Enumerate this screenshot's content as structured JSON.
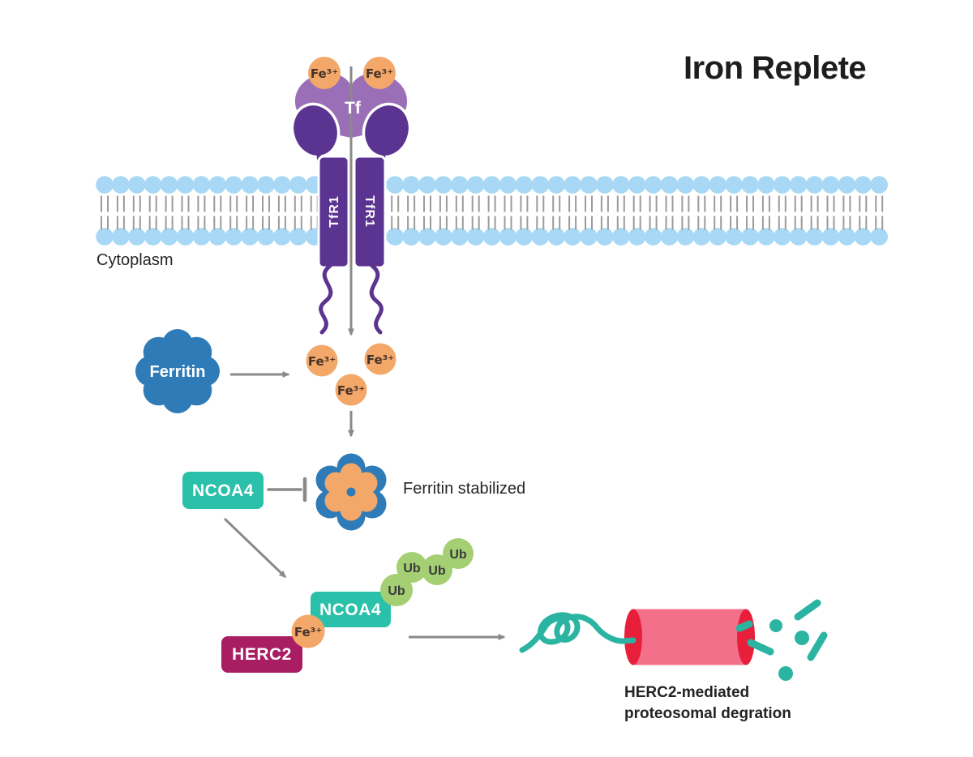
{
  "title": "Iron Replete",
  "labels": {
    "cytoplasm": "Cytoplasm",
    "tf": "Tf",
    "tfr1": "TfR1",
    "fe3": "Fe³⁺",
    "ferritin": "Ferritin",
    "ferritin_stabilized": "Ferritin stabilized",
    "ncoa4": "NCOA4",
    "herc2": "HERC2",
    "ub": "Ub",
    "degradation_line1": "HERC2-mediated",
    "degradation_line2": "proteosomal degration"
  },
  "colors": {
    "background": "#ffffff",
    "title_text": "#1d1d1b",
    "label_text": "#262626",
    "membrane_head": "#a9d7f6",
    "membrane_tail": "#9b9b9b",
    "receptor_purple": "#5b3390",
    "transferrin_light_purple": "#9a6fb7",
    "iron_orange": "#f3a869",
    "iron_text": "#46332a",
    "ferritin_blue": "#2f7bb7",
    "arrow_gray": "#8a8a8a",
    "ncoa4_teal": "#2bc0aa",
    "ubiquitin_green": "#a5cf73",
    "herc2_magenta": "#a91e63",
    "proteasome_pink": "#f4708a",
    "proteasome_red": "#e71f3a",
    "fragment_teal": "#2cb4a2"
  }
}
